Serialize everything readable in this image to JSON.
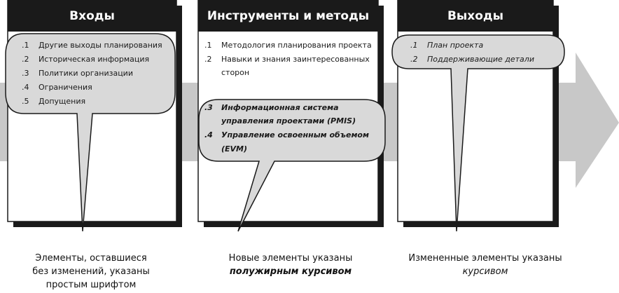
{
  "colors": {
    "header": "#1a1a1a",
    "arrow": "#c8c8c8",
    "bubble": "#d9d9d9",
    "shadow": "#1a1a1a",
    "text": "#1a1a1a"
  },
  "columns": [
    {
      "title": "Входы",
      "items": [
        {
          "num": ".1",
          "text": "Другие выходы планирования",
          "style": "plain"
        },
        {
          "num": ".2",
          "text": "Историческая информация",
          "style": "plain"
        },
        {
          "num": ".3",
          "text": "Политики организации",
          "style": "plain"
        },
        {
          "num": ".4",
          "text": "Ограничения",
          "style": "plain"
        },
        {
          "num": ".5",
          "text": "Допущения",
          "style": "plain"
        }
      ]
    },
    {
      "title": "Инструменты и методы",
      "items": [
        {
          "num": ".1",
          "text": "Методология планирования проекта",
          "style": "plain"
        },
        {
          "num": ".2",
          "text": "Навыки и знания заинтересованных",
          "style": "plain"
        },
        {
          "num": "",
          "text": "сторон",
          "style": "plain"
        },
        {
          "num": ".3",
          "text": "Информационная система",
          "style": "bold-italic"
        },
        {
          "num": "",
          "text": "управления проектами (PMIS)",
          "style": "bold-italic"
        },
        {
          "num": ".4",
          "text": "Управление освоенным объемом",
          "style": "bold-italic"
        },
        {
          "num": "",
          "text": "(EVM)",
          "style": "bold-italic"
        }
      ]
    },
    {
      "title": "Выходы",
      "items": [
        {
          "num": ".1",
          "text": "План проекта",
          "style": "italic"
        },
        {
          "num": ".2",
          "text": "Поддерживающие детали",
          "style": "italic"
        }
      ]
    }
  ],
  "captions": {
    "unchanged": [
      "Элементы, оставшиеся",
      "без изменений, указаны",
      "простым шрифтом"
    ],
    "new": [
      "Новые элементы указаны",
      "полужирным курсивом"
    ],
    "modified": [
      "Измененные элементы указаны",
      "курсивом"
    ]
  }
}
